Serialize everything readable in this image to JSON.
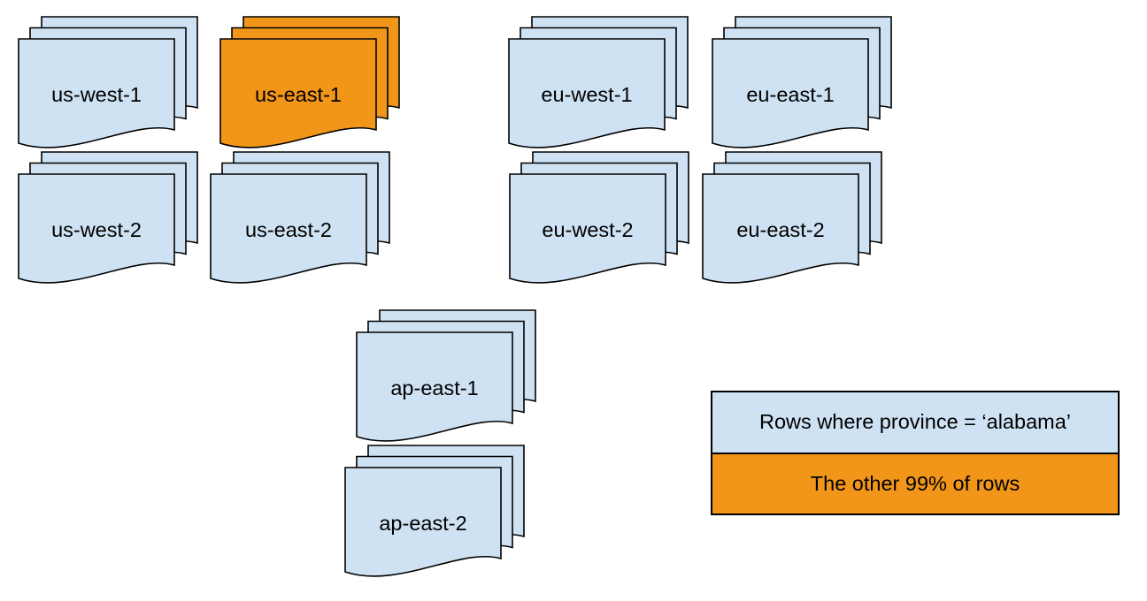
{
  "colors": {
    "region_fill": "#CFE2F3",
    "highlight_fill": "#F2961A",
    "outline": "#000000",
    "label_text": "#000000",
    "background": "#FFFFFF"
  },
  "regions": [
    {
      "label": "us-west-1",
      "highlighted": false
    },
    {
      "label": "us-east-1",
      "highlighted": true
    },
    {
      "label": "eu-west-1",
      "highlighted": false
    },
    {
      "label": "eu-east-1",
      "highlighted": false
    },
    {
      "label": "us-west-2",
      "highlighted": false
    },
    {
      "label": "us-east-2",
      "highlighted": false
    },
    {
      "label": "eu-west-2",
      "highlighted": false
    },
    {
      "label": "eu-east-2",
      "highlighted": false
    },
    {
      "label": "ap-east-1",
      "highlighted": false
    },
    {
      "label": "ap-east-2",
      "highlighted": false
    }
  ],
  "legend": {
    "items": [
      {
        "label": "Rows where province = ‘alabama’",
        "color": "#CFE2F3"
      },
      {
        "label": "The other 99% of rows",
        "color": "#F2961A"
      }
    ]
  }
}
